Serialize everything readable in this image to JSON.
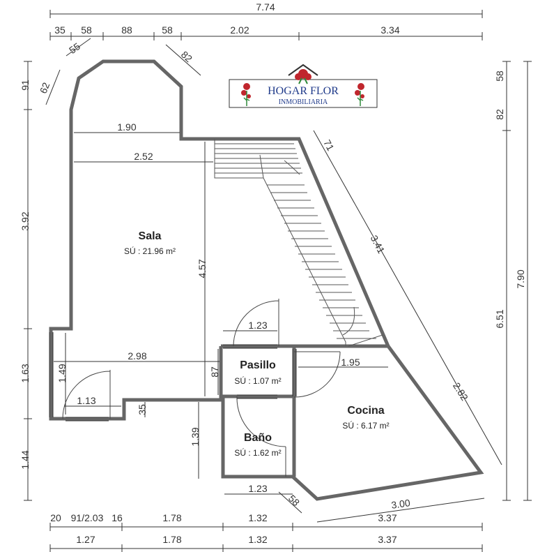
{
  "logo": {
    "name": "HOGAR FLOR",
    "tagline": "INMOBILIARIA"
  },
  "rooms": [
    {
      "name": "Sala",
      "area": "SÚ : 21.96 m²"
    },
    {
      "name": "Pasillo",
      "area": "SÚ : 1.07 m²"
    },
    {
      "name": "Baño",
      "area": "SÚ : 1.62 m²"
    },
    {
      "name": "Cocina",
      "area": "SÚ : 6.17 m²"
    }
  ],
  "dimensions": {
    "top_total": "7.74",
    "top_segments": [
      "35",
      "58",
      "88",
      "58",
      "2.02",
      "3.34"
    ],
    "diag_55": "55",
    "diag_82": "82",
    "diag_62": "62",
    "left_91": "91",
    "left_392": "3.92",
    "left_163": "1.63",
    "left_144": "1.44",
    "right_58": "58",
    "right_82": "82",
    "right_651": "6.51",
    "right_790": "7.90",
    "stair_71": "71",
    "stair_341": "3.41",
    "diag_282": "2.82",
    "inner_190": "1.90",
    "inner_252": "2.52",
    "inner_457": "4.57",
    "inner_123_top": "1.23",
    "inner_298": "2.98",
    "inner_149": "1.49",
    "inner_87": "87",
    "inner_195": "1.95",
    "inner_113": "1.13",
    "inner_35": "35",
    "inner_139": "1.39",
    "inner_123_bottom": "1.23",
    "inner_58": "58",
    "inner_300": "3.00",
    "bottom_row1": [
      "20",
      "91/2.03",
      "16",
      "1.78",
      "1.32",
      "3.37"
    ],
    "bottom_row2": [
      "1.27",
      "1.78",
      "1.32",
      "3.37"
    ]
  }
}
